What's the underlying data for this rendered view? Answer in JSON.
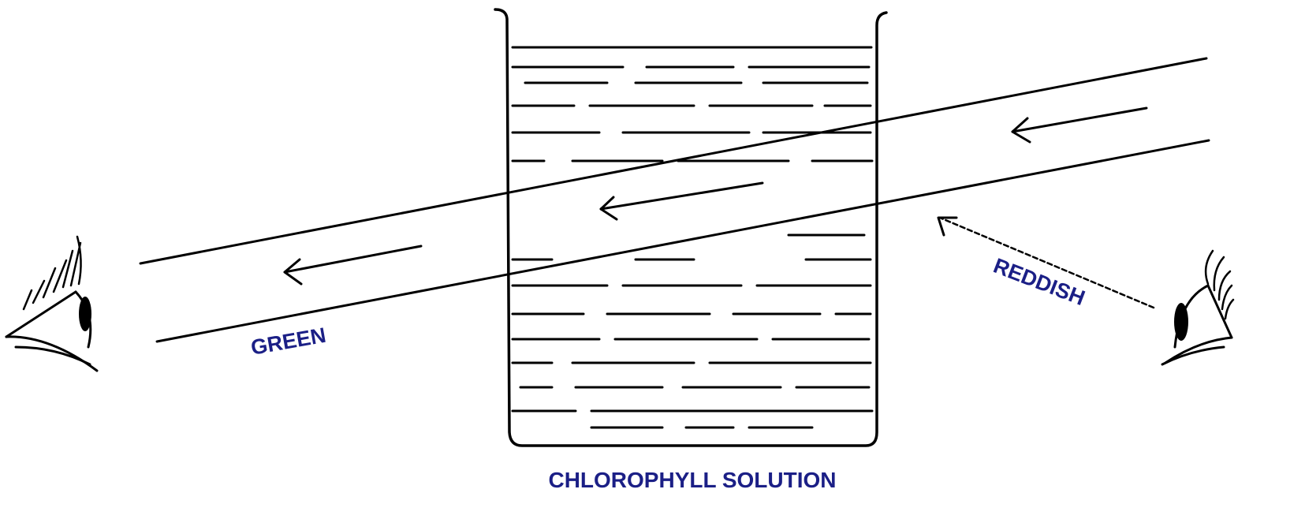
{
  "labels": {
    "green": "GREEN",
    "reddish": "REDDISH",
    "solution": "CHLOROPHYLL SOLUTION"
  },
  "colors": {
    "label_text": "#1b1f86",
    "line_ink": "#000000",
    "background": "#ffffff"
  }
}
